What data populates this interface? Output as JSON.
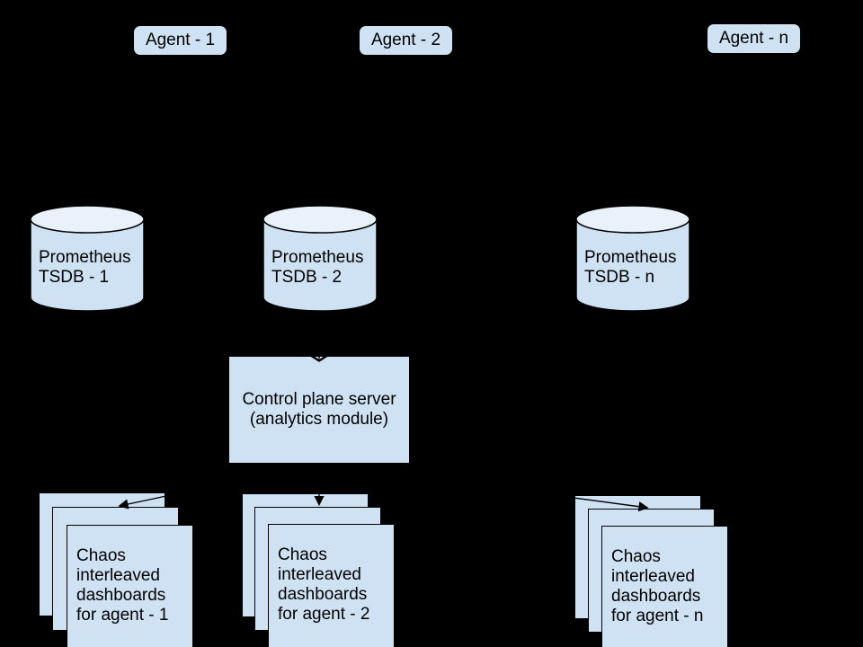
{
  "colors": {
    "background": "#000000",
    "shape_fill": "#cfe2f3",
    "cylinder_top_fill": "#e9f1fb",
    "outline": "#000000",
    "text": "#000000"
  },
  "agents": [
    {
      "label": "Agent - 1"
    },
    {
      "label": "Agent - 2"
    },
    {
      "label": "Agent - n"
    }
  ],
  "tsdbs": [
    {
      "line1": "Prometheus",
      "line2": "TSDB - 1"
    },
    {
      "line1": "Prometheus",
      "line2": "TSDB - 2"
    },
    {
      "line1": "Prometheus",
      "line2": "TSDB - n"
    }
  ],
  "control_plane": {
    "line1": "Control plane server",
    "line2": "(analytics module)"
  },
  "dashboard_stacks": [
    {
      "label": "Chaos\ninterleaved\ndashboards\nfor agent - 1"
    },
    {
      "label": "Chaos\ninterleaved\ndashboards\nfor agent - 2"
    },
    {
      "label": "Chaos\ninterleaved\ndashboards\nfor agent - n"
    }
  ]
}
